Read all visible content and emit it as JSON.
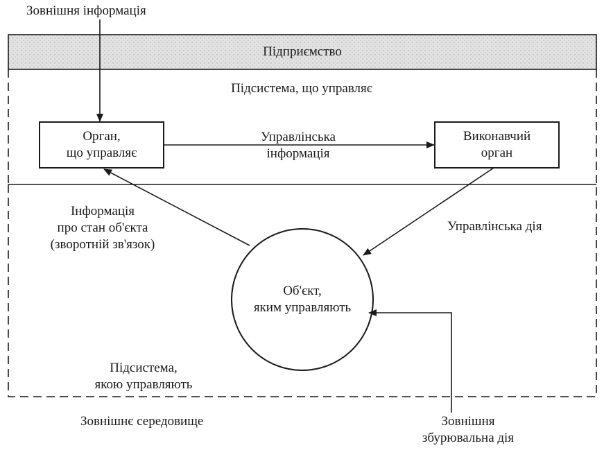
{
  "external_info": "Зовнішня інформація",
  "enterprise": "Підприємство",
  "managing_subsystem": "Підсистема, що управляє",
  "managing_organ": {
    "line1": "Орган,",
    "line2": "що управляє"
  },
  "control_info": {
    "line1": "Управлінська",
    "line2": "інформація"
  },
  "executive_organ": {
    "line1": "Виконавчий",
    "line2": "орган"
  },
  "feedback": {
    "line1": "Інформація",
    "line2": "про стан об'єкта",
    "line3": "(зворотній зв'язок)"
  },
  "control_action": "Управлінська дія",
  "managed_object": {
    "line1": "Об'єкт,",
    "line2": "яким управляють"
  },
  "managed_subsystem": {
    "line1": "Підсистема,",
    "line2": "якою управляють"
  },
  "environment": "Зовнішнє середовище",
  "disturbance": {
    "line1": "Зовнішня",
    "line2": "збурювальна дія"
  },
  "colors": {
    "line": "#1a1a1a",
    "band_fill": "#dcdcdc"
  }
}
